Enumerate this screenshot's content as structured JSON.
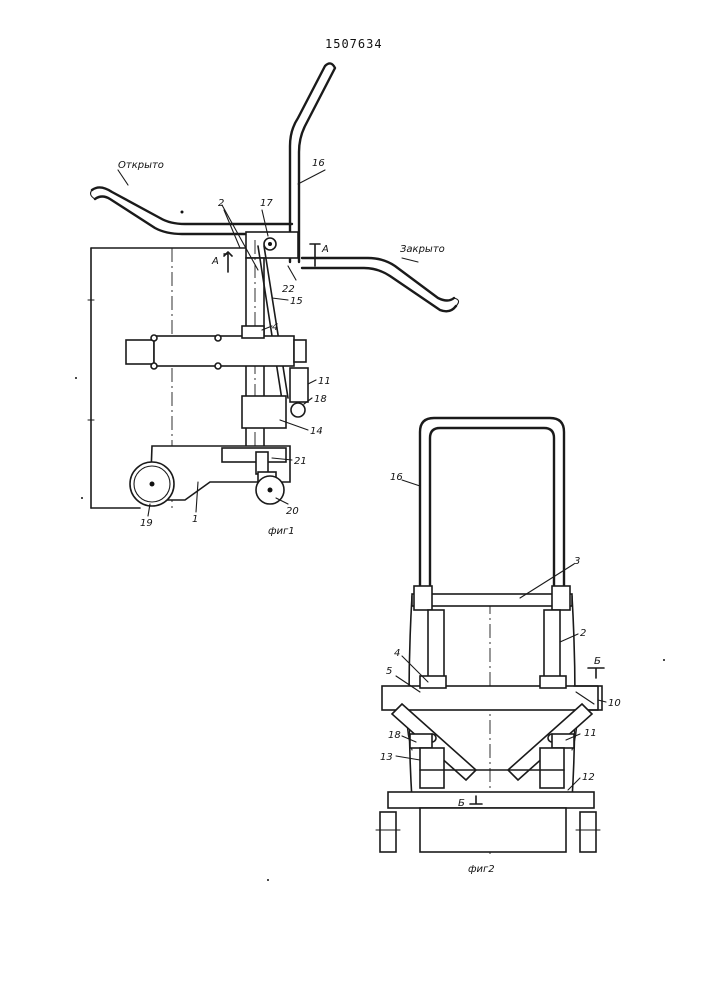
{
  "doc_number": "1507634",
  "fig1": {
    "caption": "фиг1",
    "open_label": "Открыто",
    "closed_label": "Закрыто",
    "section_mark": "А",
    "callouts": [
      "16",
      "17",
      "2",
      "22",
      "15",
      "4",
      "11",
      "18",
      "14",
      "21",
      "20",
      "19",
      "1"
    ]
  },
  "fig2": {
    "caption": "фиг2",
    "section_mark": "Б",
    "callouts": [
      "16",
      "3",
      "2",
      "4",
      "5",
      "10",
      "18",
      "11",
      "13",
      "12"
    ]
  }
}
